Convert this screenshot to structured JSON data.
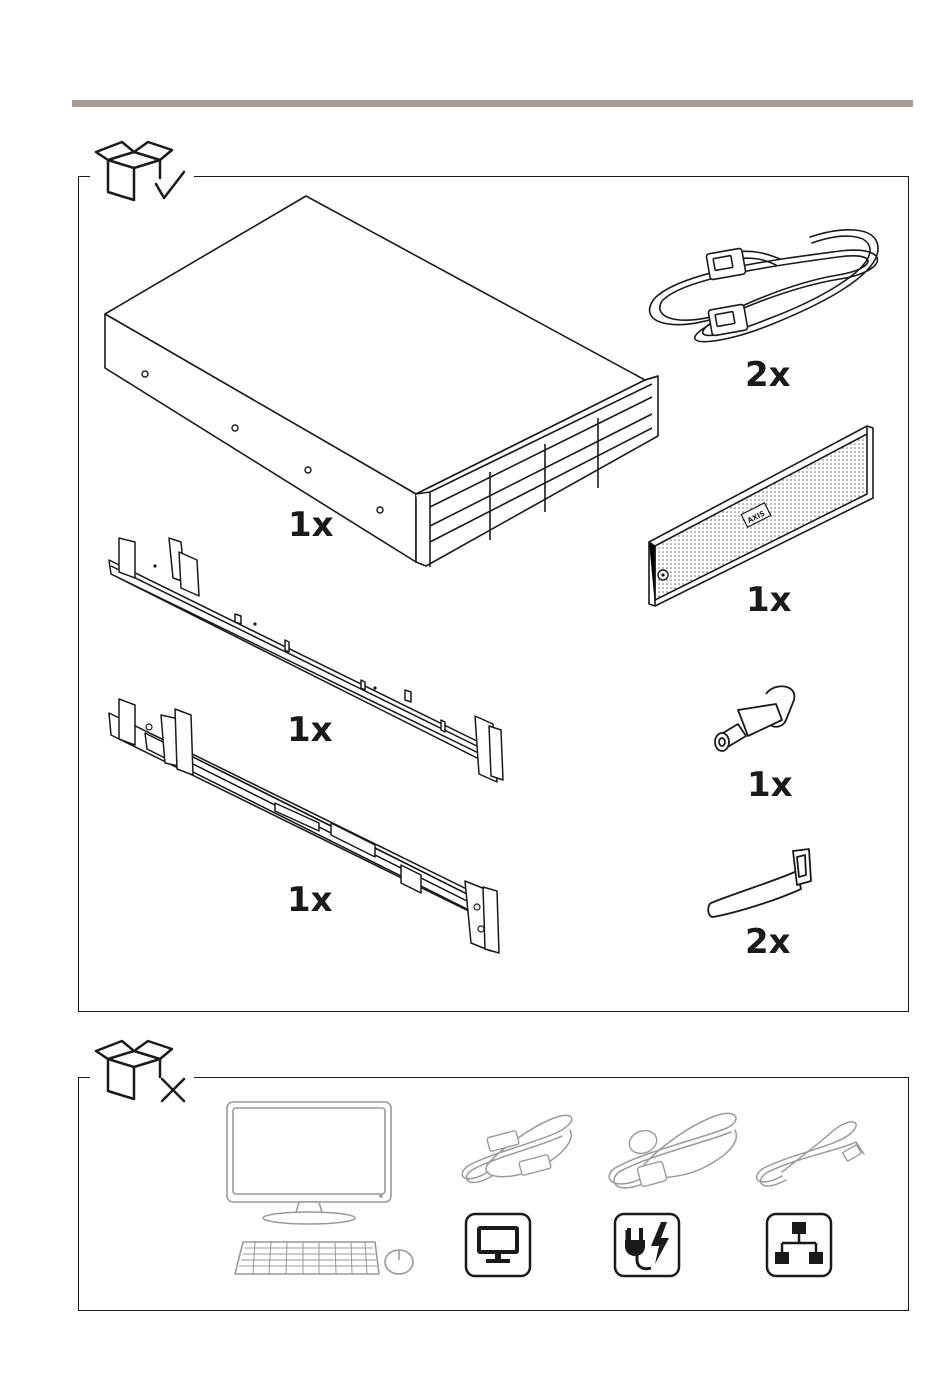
{
  "included_items": [
    {
      "name": "recorder",
      "quantity": "1x"
    },
    {
      "name": "power-cord",
      "quantity": "2x"
    },
    {
      "name": "front-bezel",
      "quantity": "1x"
    },
    {
      "name": "rack-rail-left",
      "quantity": "1x"
    },
    {
      "name": "rack-rail-right",
      "quantity": "1x"
    },
    {
      "name": "bezel-key",
      "quantity": "1x"
    },
    {
      "name": "cable-strap",
      "quantity": "2x"
    }
  ],
  "bezel_logo": "AXIS",
  "icons": {
    "included": "box-check-icon",
    "excluded": "box-cross-icon",
    "display": "monitor-icon",
    "power": "power-plug-icon",
    "network": "network-icon"
  },
  "colors": {
    "rule": "#a99c95",
    "line": "#1a1a1a",
    "excluded_line": "#9a9a9a"
  }
}
